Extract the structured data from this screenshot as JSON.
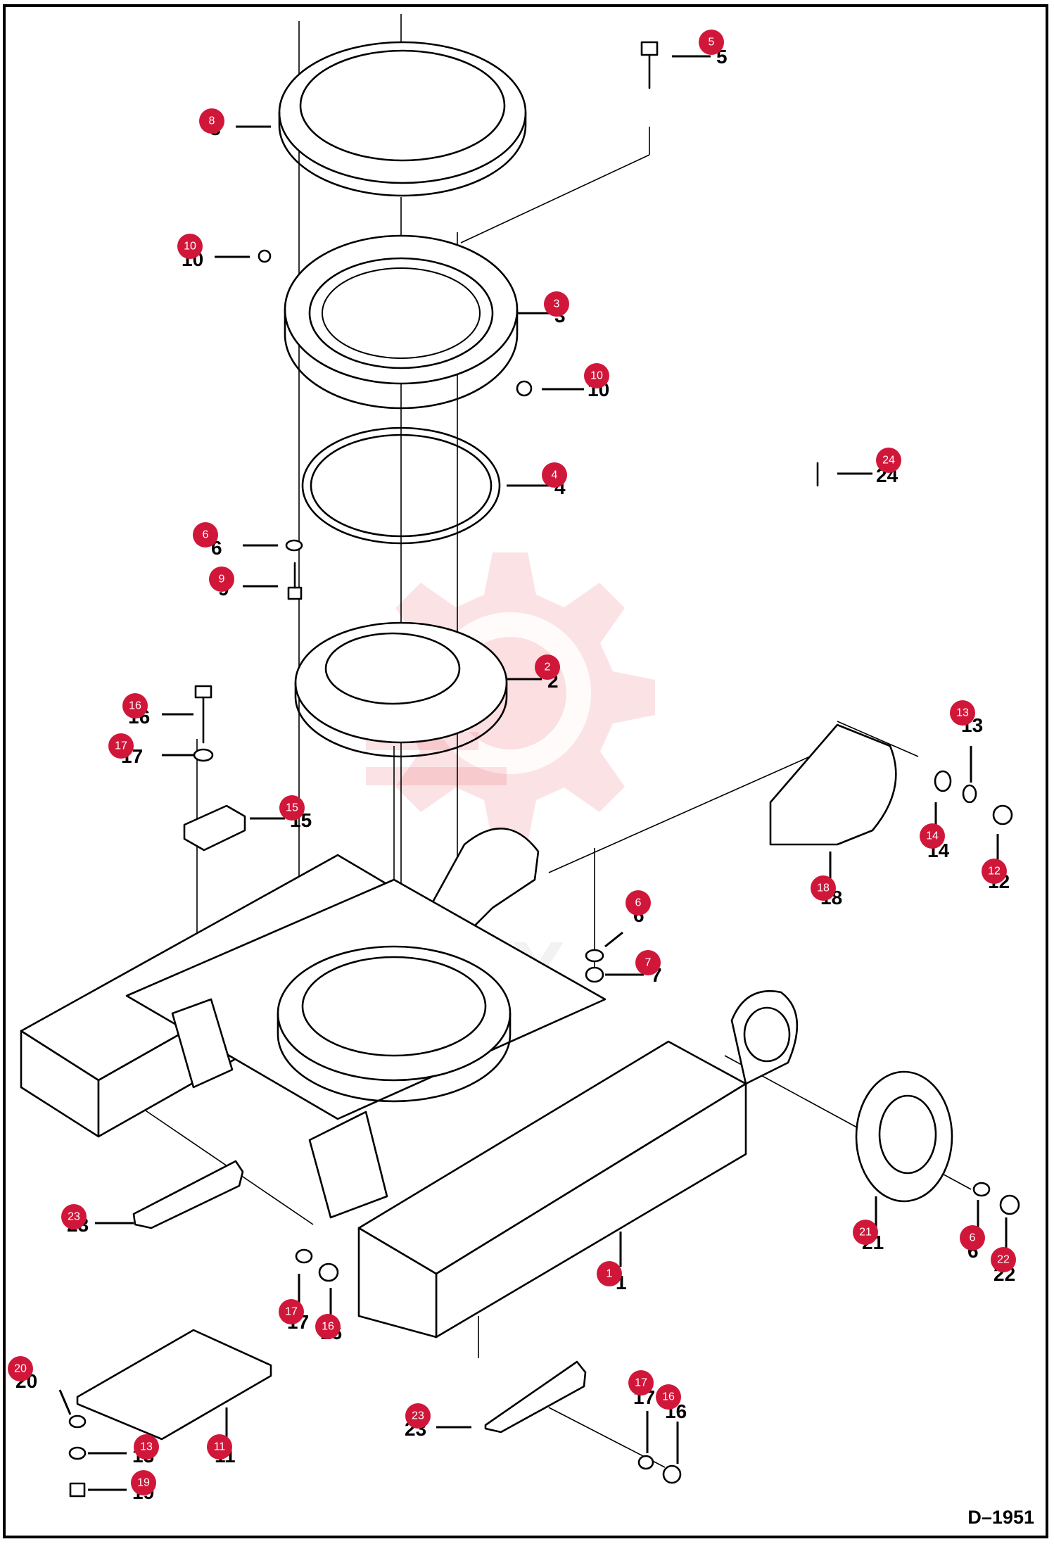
{
  "drawing": {
    "id": "D–1951",
    "watermark": "TEX"
  },
  "callouts": [
    "5",
    "8",
    "10",
    "3",
    "10",
    "4",
    "24",
    "6",
    "9",
    "2",
    "16",
    "17",
    "15",
    "13",
    "14",
    "12",
    "18",
    "6",
    "7",
    "23",
    "21",
    "6",
    "22",
    "1",
    "17",
    "16",
    "20",
    "13",
    "11",
    "19",
    "17",
    "16",
    "23"
  ],
  "plain_numbers": [
    "5",
    "8",
    "10",
    "3",
    "10",
    "4",
    "24",
    "6",
    "9",
    "2",
    "16",
    "17",
    "15",
    "13",
    "14",
    "12",
    "18",
    "6",
    "7",
    "23",
    "21",
    "6",
    "22",
    "1",
    "17",
    "16",
    "20",
    "13",
    "11",
    "19",
    "17",
    "16",
    "23"
  ],
  "colors": {
    "callout": "#d0173a",
    "watermark": "#e63c4a",
    "line": "#000000"
  }
}
